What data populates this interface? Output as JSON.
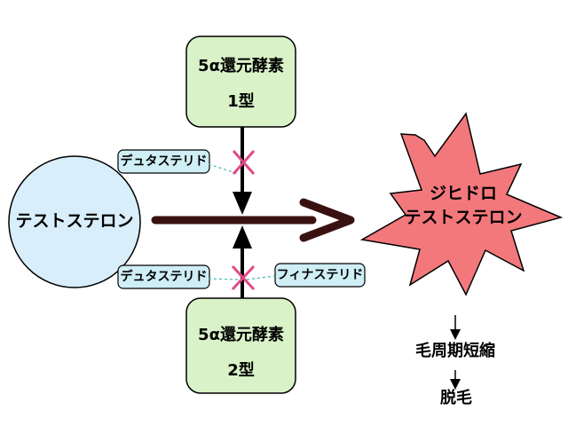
{
  "enzyme_type1": {
    "line1": "5α還元酵素",
    "line2": "1型"
  },
  "enzyme_type2": {
    "line1": "5α還元酵素",
    "line2": "2型"
  },
  "testosterone": {
    "label": "テストステロン"
  },
  "dht": {
    "line1": "ジヒドロ",
    "line2": "テストステロン"
  },
  "drugs": {
    "dutasteride_top": "デュタステリド",
    "dutasteride_bottom": "デュタステリド",
    "finasteride": "フィナステリド"
  },
  "effects": {
    "step1": "毛周期短縮",
    "step2": "脱毛"
  },
  "colors": {
    "enzyme_fill": "#d9f2c7",
    "drug_fill": "#cfeef5",
    "testosterone_fill": "#d8eefa",
    "dht_fill": "#f3787c",
    "inhibit_mark": "#e04a86",
    "dashed_line": "#45b6a8"
  }
}
